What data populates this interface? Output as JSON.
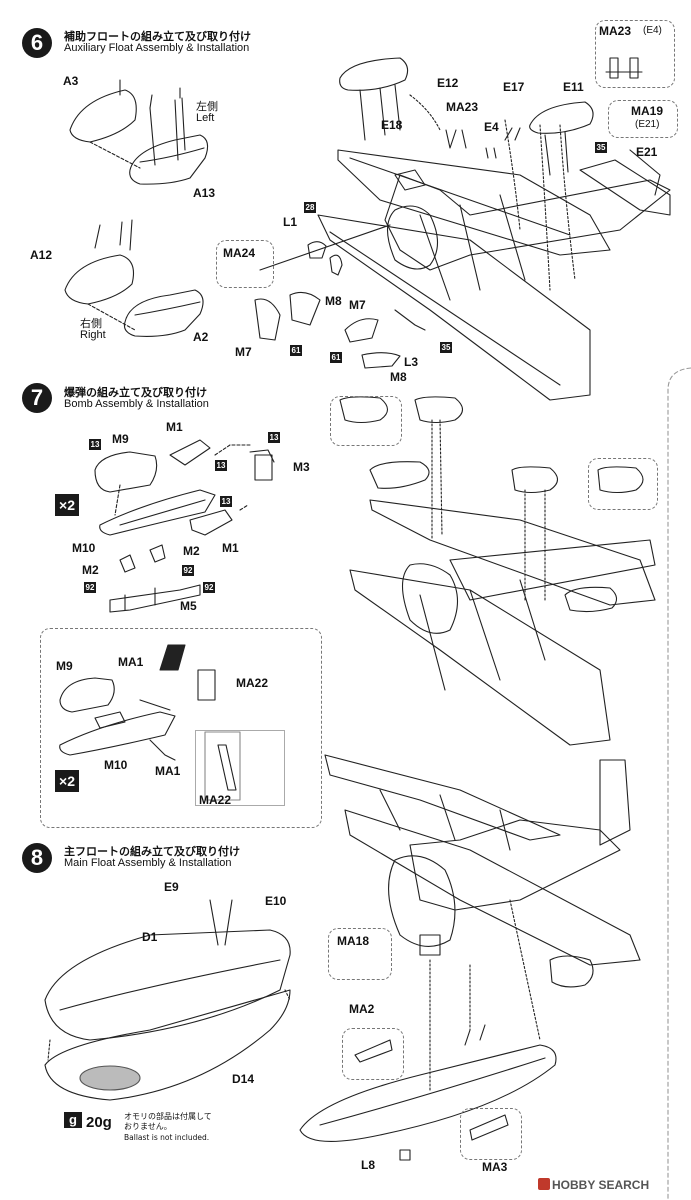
{
  "steps": [
    {
      "number": "6",
      "title_jp": "補助フロートの組み立て及び取り付け",
      "title_en": "Auxiliary Float Assembly & Installation"
    },
    {
      "number": "7",
      "title_jp": "爆弾の組み立て及び取り付け",
      "title_en": "Bomb Assembly & Installation"
    },
    {
      "number": "8",
      "title_jp": "主フロートの組み立て及び取り付け",
      "title_en": "Main Float Assembly & Installation"
    }
  ],
  "step6": {
    "left_jp": "左側",
    "left_en": "Left",
    "right_jp": "右側",
    "right_en": "Right",
    "parts": {
      "a3": "A3",
      "a13": "A13",
      "a12": "A12",
      "a2": "A2",
      "e12": "E12",
      "e18": "E18",
      "ma23": "MA23",
      "ma23_e4": "MA23",
      "e4_note": "(E4)",
      "e4": "E4",
      "e17": "E17",
      "e11": "E11",
      "ma19": "MA19",
      "e21_note": "(E21)",
      "e21": "E21",
      "l1": "L1",
      "ma24": "MA24",
      "m8": "M8",
      "m7": "M7",
      "m7b": "M7",
      "m8b": "M8",
      "l3": "L3"
    },
    "paint": {
      "p28": "28",
      "p61a": "61",
      "p61b": "61",
      "p35a": "35",
      "p35b": "35"
    }
  },
  "step7": {
    "x2_a": "×2",
    "x2_b": "×2",
    "parts": {
      "m9": "M9",
      "m1a": "M1",
      "m3": "M3",
      "m10": "M10",
      "m1b": "M1",
      "m2a": "M2",
      "m2b": "M2",
      "m5": "M5",
      "m9b": "M9",
      "ma1a": "MA1",
      "ma22": "MA22",
      "m10b": "M10",
      "ma1b": "MA1",
      "ma22b": "MA22"
    },
    "paint": {
      "p13a": "13",
      "p13b": "13",
      "p13c": "13",
      "p13d": "13",
      "p92a": "92",
      "p92b": "92",
      "p92c": "92"
    }
  },
  "step8": {
    "parts": {
      "e9": "E9",
      "e10": "E10",
      "d1": "D1",
      "d14": "D14",
      "ma18": "MA18",
      "ma2": "MA2",
      "l8": "L8",
      "ma3": "MA3"
    },
    "ballast_weight": "20g",
    "ballast_icon": "g",
    "ballast_jp_1": "オモリの部品は付属して",
    "ballast_jp_2": "おりません。",
    "ballast_en": "Ballast is not included."
  },
  "watermark": "HOBBY SEARCH"
}
